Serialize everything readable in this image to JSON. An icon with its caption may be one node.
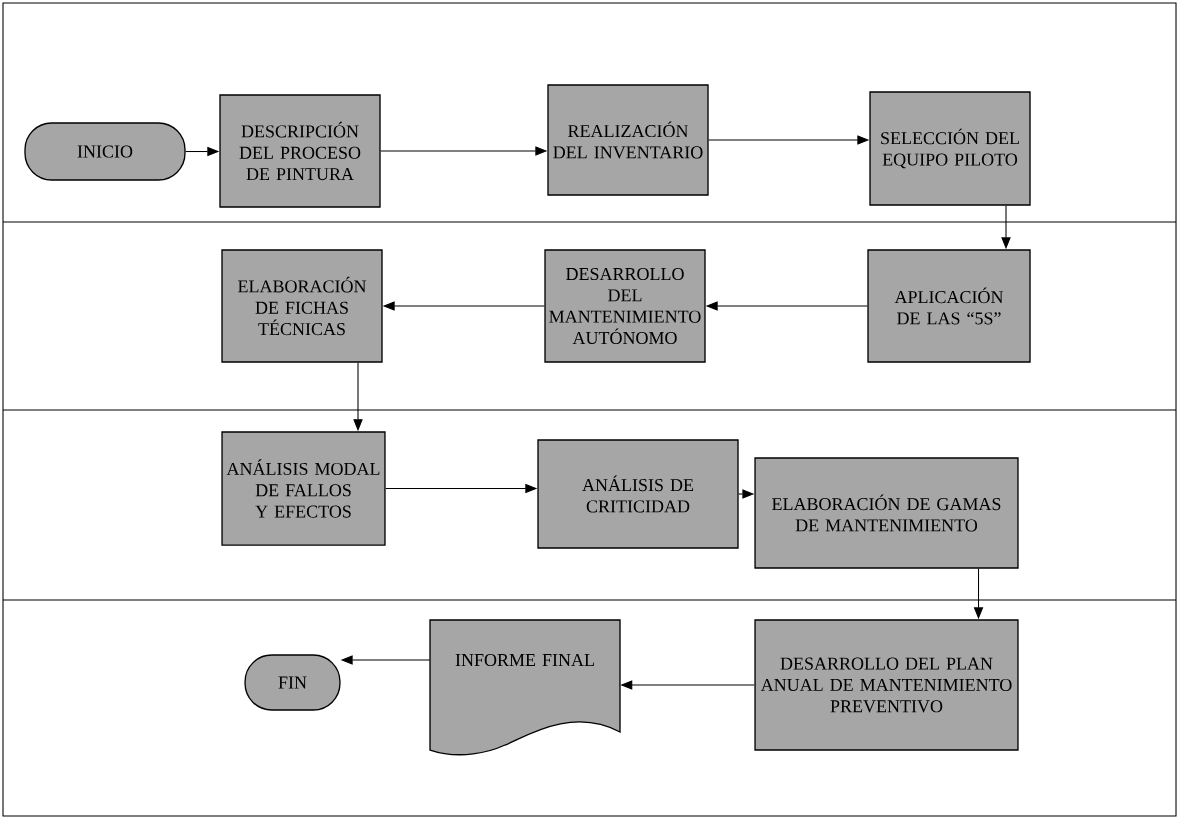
{
  "diagram": {
    "nodes": [
      {
        "text": [
          "INICIO"
        ]
      },
      {
        "text": [
          "DESCRIPCIÓN DEL PROCESO DE PINTURA"
        ]
      },
      {
        "text": [
          "REALIZACIÓN DEL INVENTARIO"
        ]
      },
      {
        "text": [
          "SELECCIÓN DEL EQUIPO PILOTO"
        ]
      },
      {
        "text": [
          "APLICACIÓN DE LAS “5S”"
        ]
      },
      {
        "text": [
          "DESARROLLO DEL MANTENIMIENTO AUTÓNOMO"
        ]
      },
      {
        "text": [
          "ELABORACIÓN DE FICHAS TÉCNICAS"
        ]
      },
      {
        "text": [
          "ANÁLISIS MODAL DE FALLOS Y EFECTOS"
        ]
      },
      {
        "text": [
          "ANÁLISIS DE CRITICIDAD"
        ]
      },
      {
        "text": [
          "ELABORACIÓN DE GAMAS DE MANTENIMIENTO"
        ]
      },
      {
        "text": [
          "DESARROLLO DEL PLAN ANUAL DE MANTENIMIENTO PREVENTIVO"
        ]
      },
      {
        "text": [
          "INFORME FINAL"
        ]
      },
      {
        "text": [
          "FIN"
        ]
      }
    ],
    "edges": [
      {
        "from": 0,
        "to": 1,
        "arrow": "to"
      },
      {
        "from": 1,
        "to": 2,
        "arrow": "to"
      },
      {
        "from": 2,
        "to": 3,
        "arrow": "to"
      },
      {
        "from": 3,
        "to": 4,
        "arrow": "to"
      },
      {
        "from": 4,
        "to": 5,
        "arrow": "to"
      },
      {
        "from": 5,
        "to": 6,
        "arrow": "to"
      },
      {
        "from": 6,
        "to": 7,
        "arrow": "to"
      },
      {
        "from": 7,
        "to": 8,
        "arrow": "to"
      },
      {
        "from": 8,
        "to": 9,
        "arrow": "to"
      },
      {
        "from": 9,
        "to": 10,
        "arrow": "to"
      },
      {
        "from": 10,
        "to": 11,
        "arrow": "to"
      },
      {
        "from": 11,
        "to": 12,
        "arrow": "to"
      }
    ]
  }
}
